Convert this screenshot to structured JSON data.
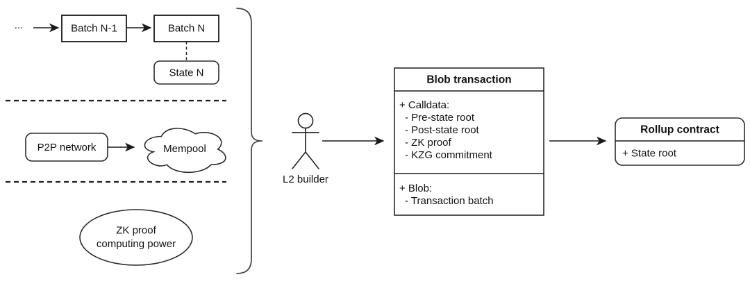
{
  "diagram": {
    "colors": {
      "background": "#ffffff",
      "stroke": "#1a1a1a",
      "text": "#111111"
    },
    "batch_chain": {
      "ellipsis": "...",
      "batch_prev": "Batch N-1",
      "batch_current": "Batch N",
      "state": "State N"
    },
    "mempool_section": {
      "p2p_network": "P2P network",
      "mempool": "Mempool"
    },
    "zk_section": {
      "line1": "ZK proof",
      "line2": "computing power"
    },
    "builder": {
      "label": "L2 builder"
    },
    "blob_transaction": {
      "title": "Blob transaction",
      "calldata_header": "+ Calldata:",
      "calldata_items": [
        "- Pre-state root",
        "- Post-state root",
        "- ZK proof",
        "- KZG commitment"
      ],
      "blob_header": "+ Blob:",
      "blob_items": [
        "- Transaction batch"
      ]
    },
    "rollup_contract": {
      "title": "Rollup contract",
      "attribute": "+ State root"
    }
  }
}
